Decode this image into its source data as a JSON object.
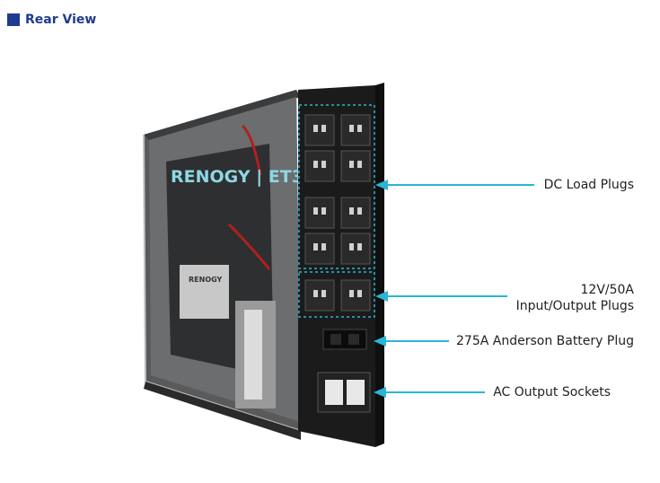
{
  "header": {
    "title": "Rear View"
  },
  "product": {
    "brand_text": "RENOGY | ET3",
    "module_text": "RENOGY"
  },
  "callouts": {
    "dc_load": "DC Load Plugs",
    "io_line1": "12V/50A",
    "io_line2": "Input/Output Plugs",
    "battery": "275A Anderson Battery Plug",
    "ac": "AC Output Sockets"
  },
  "colors": {
    "accent": "#2bb5d4",
    "title": "#1f3b8f"
  }
}
